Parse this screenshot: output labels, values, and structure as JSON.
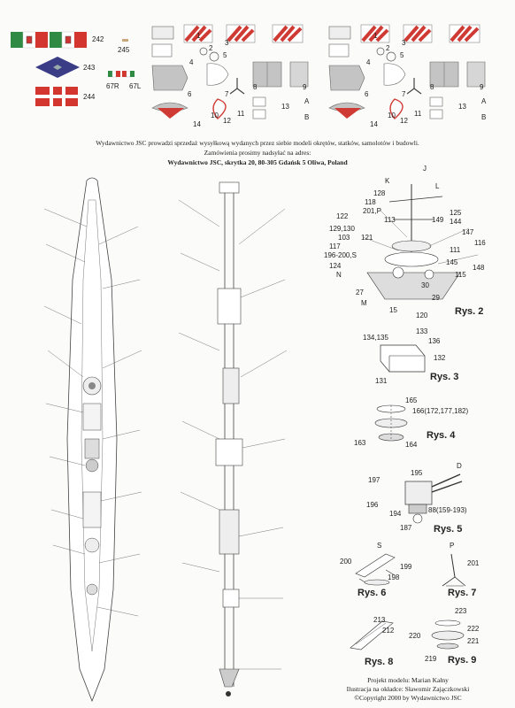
{
  "flags": {
    "flag_242": "242",
    "flag_243": "243",
    "flag_244": "244",
    "decal_245": "245",
    "decal_67R": "67R",
    "decal_67L": "67L"
  },
  "colors": {
    "italy_green": "#2f8b44",
    "italy_red": "#d2362f",
    "roundel_blue": "#3a3d86",
    "hatch_red": "#cf3b34",
    "part_gray": "#b9b9b9"
  },
  "publisher": {
    "line1": "Wydawnictwo JSC prowadzi sprzedaż wysyłkową wydanych przez siebie modeli okrętów, statków, samolotów i budowli.",
    "line2": "Zamówienia prosimy nadsyłać na adres:",
    "line3": "Wydawnictwo JSC, skrytka 20, 80-305 Gdańsk 5 Oliwa, Poland"
  },
  "credits": {
    "line1": "Projekt modelu: Marian Kałny",
    "line2": "Ilustracja na okładce: Sławomir Zajączkowski",
    "line3": "©Copyright 2000 by Wydawnictwo JSC"
  },
  "figures": {
    "rys2": "Rys. 2",
    "rys3": "Rys. 3",
    "rys4": "Rys. 4",
    "rys5": "Rys. 5",
    "rys6": "Rys. 6",
    "rys7": "Rys. 7",
    "rys8": "Rys. 8",
    "rys9": "Rys. 9"
  },
  "rys2_labels": [
    "K",
    "J",
    "L",
    "128",
    "118",
    "201,P",
    "122",
    "113",
    "149",
    "125",
    "144",
    "129,130",
    "103",
    "121",
    "147",
    "116",
    "117",
    "111",
    "196-200,S",
    "145",
    "148",
    "124",
    "115",
    "N",
    "27",
    "30",
    "29",
    "M",
    "15",
    "120"
  ],
  "rys3_labels": [
    "134,135",
    "133",
    "136",
    "132",
    "131"
  ],
  "rys4_labels": [
    "165",
    "166(172,177,182)",
    "163",
    "164"
  ],
  "rys5_labels": [
    "D",
    "195",
    "197",
    "196",
    "194",
    "187",
    "88(159-193)"
  ],
  "rys6_labels": [
    "S",
    "200",
    "199",
    "198"
  ],
  "rys7_labels": [
    "P",
    "201"
  ],
  "rys8_labels": [
    "213",
    "212"
  ],
  "rys9_labels": [
    "223",
    "220",
    "222",
    "221",
    "219"
  ],
  "sheet_labels": [
    "1",
    "2",
    "3",
    "4",
    "5",
    "6",
    "7",
    "8",
    "9",
    "10",
    "11",
    "12",
    "13",
    "14",
    "A",
    "B"
  ]
}
